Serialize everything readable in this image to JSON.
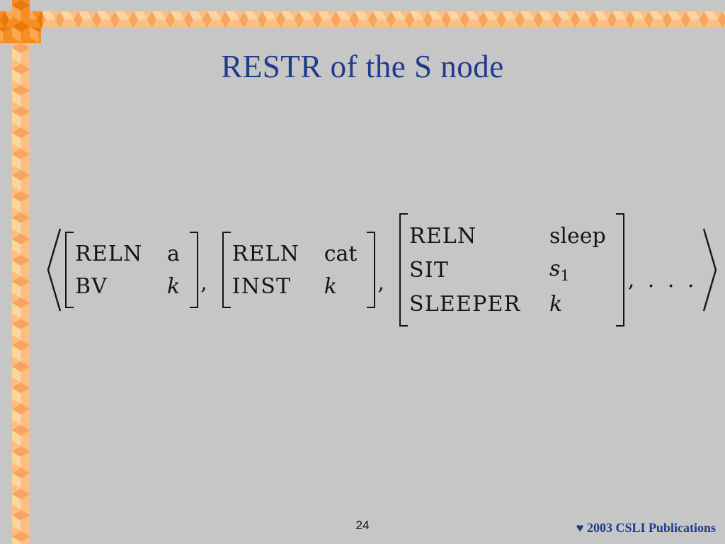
{
  "slide": {
    "title": "RESTR of the S node",
    "page_number": "24",
    "copyright": "♥ 2003 CSLI Publications"
  },
  "formula": {
    "open_delim": "⟨",
    "close_delim": "⟩",
    "comma": ",",
    "trailing": ", . . .",
    "matrices": [
      {
        "rows": [
          {
            "attr": "RELN",
            "value": "a"
          },
          {
            "attr": "BV",
            "value": "k"
          }
        ]
      },
      {
        "rows": [
          {
            "attr": "RELN",
            "value": "cat"
          },
          {
            "attr": "INST",
            "value": "k"
          }
        ]
      },
      {
        "rows": [
          {
            "attr": "RELN",
            "value": "sleep"
          },
          {
            "attr": "SIT",
            "value": "s",
            "value_sub": "1"
          },
          {
            "attr": "SLEEPER",
            "value": "k"
          }
        ]
      }
    ]
  },
  "colors": {
    "background": "#c6c6c6",
    "title_blue": "#203a8c",
    "footer_blue": "#1f3a8c",
    "formula_black": "#151515",
    "border_light_face": "#fdd4a2",
    "border_mid_face": "#fabf82",
    "border_shadow_face": "#f5a55f",
    "border_dark_light_face": "#f9a94f",
    "border_dark_mid_face": "#f58d22",
    "border_dark_shadow_face": "#e8790a"
  }
}
